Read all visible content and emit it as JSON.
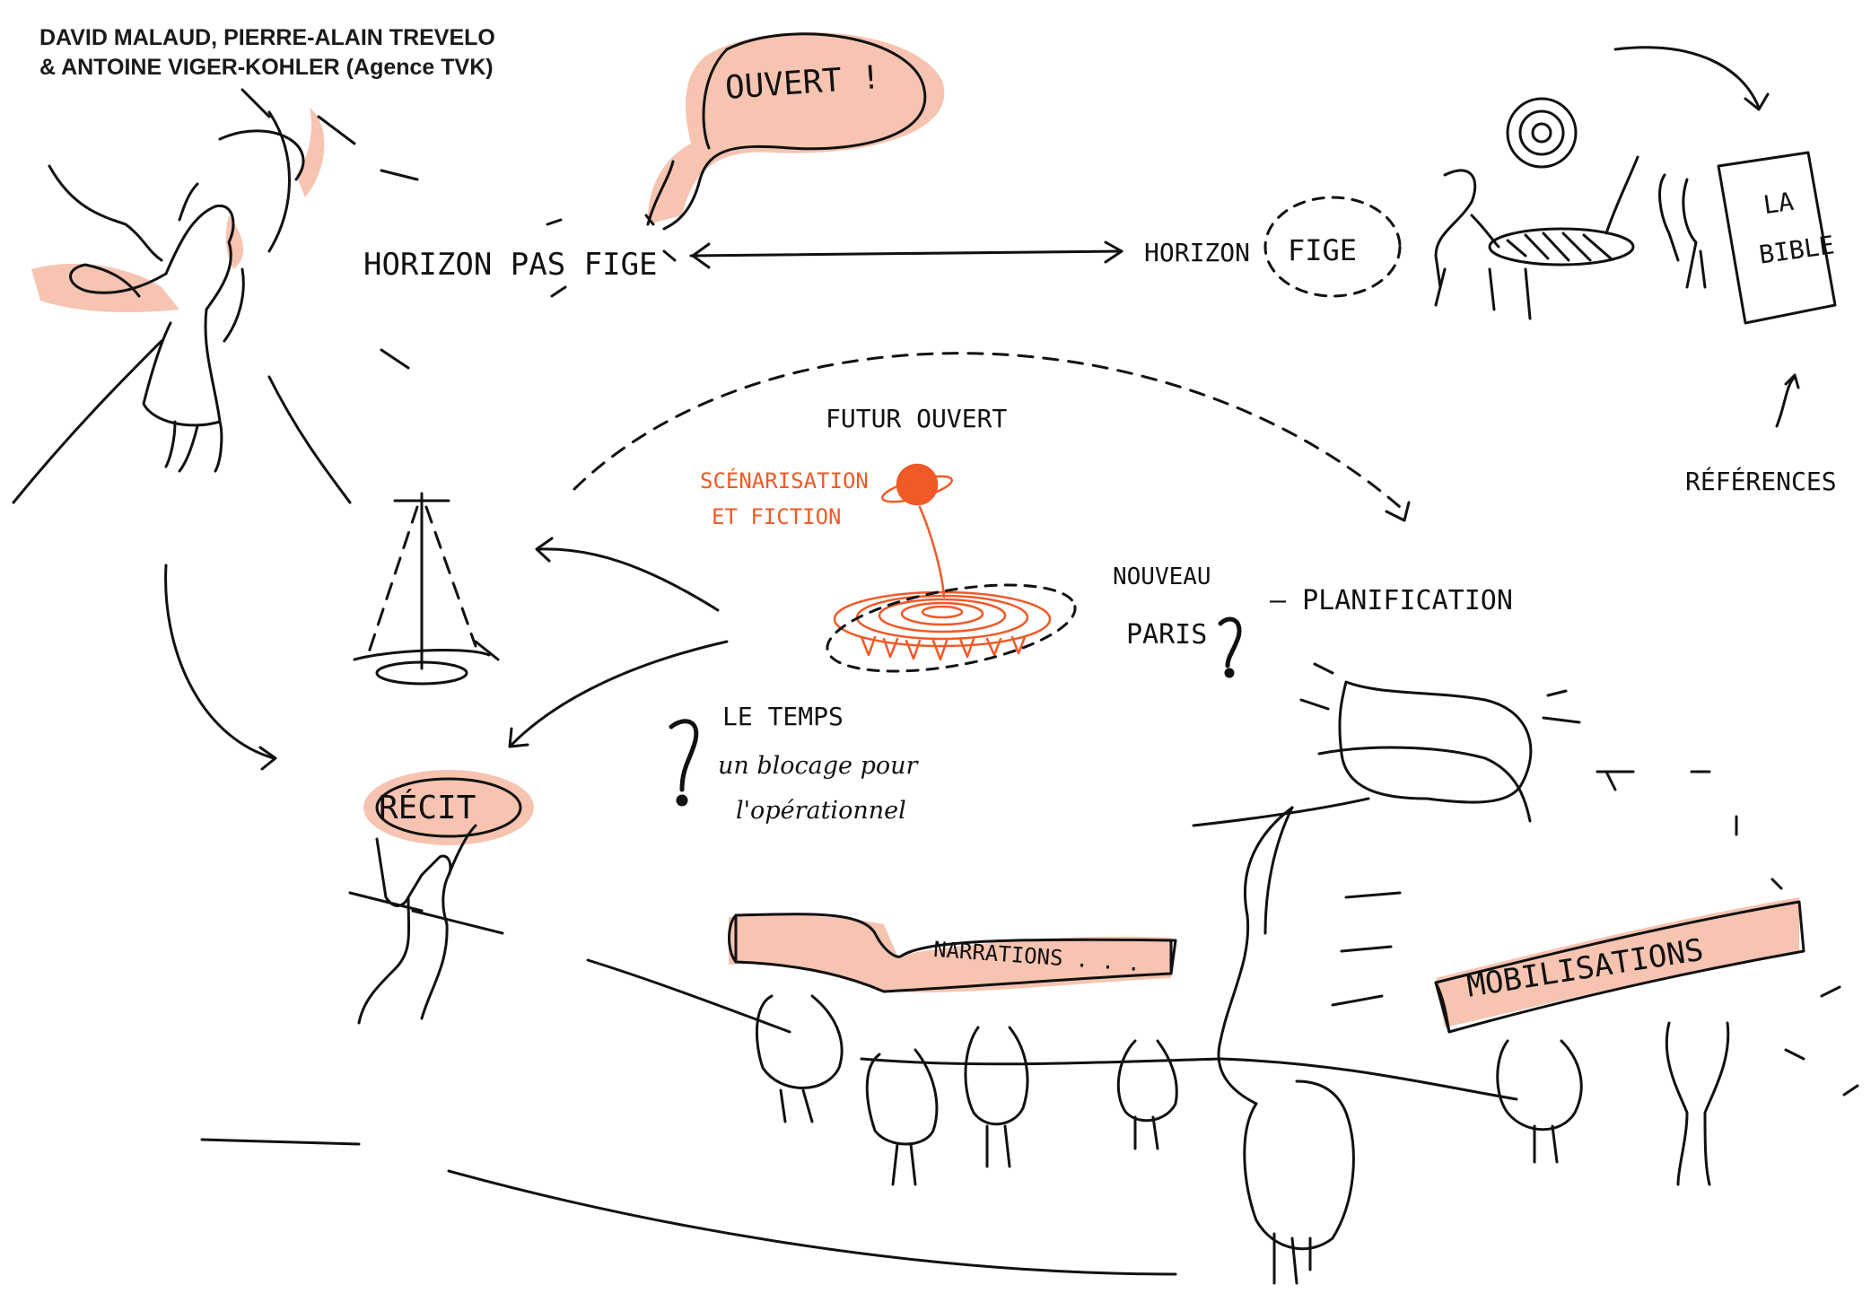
{
  "credits": {
    "line1": "DAVID MALAUD, PIERRE-ALAIN TREVELO",
    "line2": "& ANTOINE VIGER-KOHLER (Agence TVK)"
  },
  "labels": {
    "ouvert": "OUVERT !",
    "horizon_pas_fige": "HORIZON PAS FIGE",
    "horizon_fige_prefix": "HORIZON",
    "horizon_fige_word": "FIGE",
    "futur_ouvert": "FUTUR OUVERT",
    "scenarisation": "SCÉNARISATION",
    "et_fiction": "ET FICTION",
    "nouveau": "NOUVEAU",
    "paris": "PARIS",
    "question_mark": "?",
    "planification": "— PLANIFICATION",
    "references": "RÉFÉRENCES",
    "recit": "RÉCIT",
    "le_temps": "LE TEMPS",
    "blocage_line1": "un blocage pour",
    "blocage_line2": "l'opérationnel",
    "narrations": "NARRATIONS . . .",
    "mobilisations": "MOBILISATIONS",
    "la": "LA",
    "bible": "BIBLE"
  },
  "colors": {
    "ink": "#111111",
    "accent_orange": "#f05a28",
    "highlight_salmon": "#f6c4b1"
  },
  "icons": [
    "running-figure-icon",
    "sailboat-icon",
    "planet-icon",
    "crowd-figure-icon",
    "meeting-table-icon",
    "bible-book-icon"
  ]
}
